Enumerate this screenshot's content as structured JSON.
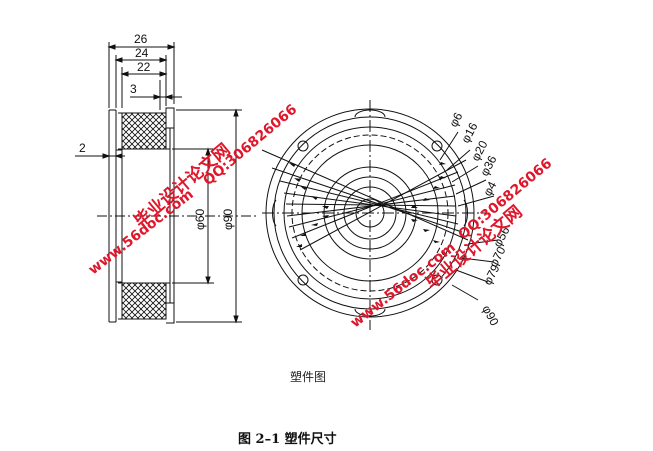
{
  "section_view": {
    "dims": {
      "w26": "26",
      "w24": "24",
      "w22": "22",
      "w3": "3",
      "w2": "2",
      "d60": "φ60",
      "d90": "φ90"
    }
  },
  "front_view": {
    "dims": [
      "φ6",
      "φ16",
      "φ20",
      "φ36",
      "φ4",
      "φ56",
      "φ70",
      "φ79",
      "φ90"
    ]
  },
  "watermarks": {
    "site1": "www.56doc.com",
    "name1": "毕业设计论文网",
    "qq1": "QQ:306826066",
    "site2": "www.56doc.com",
    "name2": "毕业设计论文网",
    "qq2": "QQ:306826066"
  },
  "captions": {
    "part_label": "塑件图",
    "figure_title": "图 2–1  塑件尺寸"
  },
  "colors": {
    "line": "#111111",
    "watermark": "#e0162b"
  }
}
